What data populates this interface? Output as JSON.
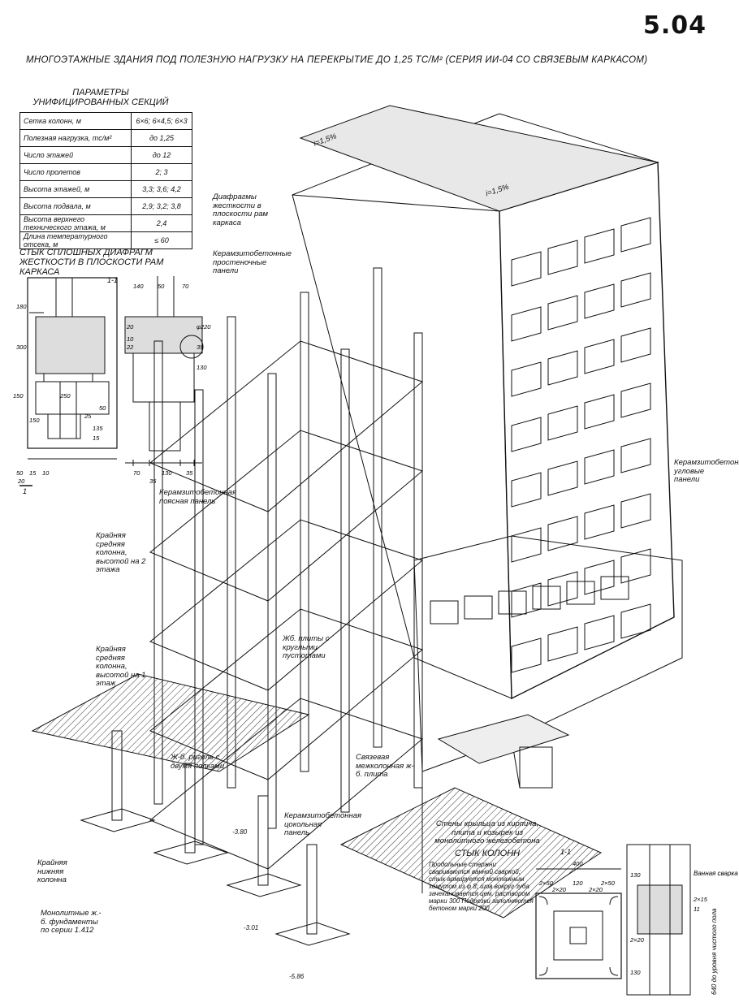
{
  "sheet_number": "5.04",
  "title": "МНОГОЭТАЖНЫЕ ЗДАНИЯ ПОД ПОЛЕЗНУЮ НАГРУЗКУ НА ПЕРЕКРЫТИЕ ДО 1,25 ТС/М² (СЕРИЯ ИИ-04 СО СВЯЗЕВЫМ КАРКАСОМ)",
  "params": {
    "header": "ПАРАМЕТРЫ УНИФИЦИРОВАННЫХ СЕКЦИЙ",
    "rows": [
      {
        "label": "Сетка колонн, м",
        "value": "6×6; 6×4,5; 6×3"
      },
      {
        "label": "Полезная нагрузка, тс/м²",
        "value": "до 1,25"
      },
      {
        "label": "Число этажей",
        "value": "до 12"
      },
      {
        "label": "Число пролетов",
        "value": "2; 3"
      },
      {
        "label": "Высота этажей, м",
        "value": "3,3; 3,6; 4,2"
      },
      {
        "label": "Высота подвала, м",
        "value": "2,9; 3,2; 3,8"
      },
      {
        "label": "Высота верхнего технического этажа, м",
        "value": "2,4"
      },
      {
        "label": "Длина температурного отсека, м",
        "value": "≤ 60"
      }
    ]
  },
  "diaphragm_joint": {
    "header": "СТЫК СПЛОШНЫХ ДИАФРАГМ ЖЕСТКОСТИ В ПЛОСКОСТИ РАМ КАРКАСА",
    "section": "1-1",
    "cut_mark": "1",
    "dims": [
      "180",
      "300",
      "150",
      "250",
      "150",
      "25",
      "135",
      "15",
      "50",
      "15",
      "10",
      "20",
      "50",
      "140",
      "50",
      "70",
      "20",
      "10",
      "22",
      "φ220",
      "39",
      "130",
      "70",
      "130",
      "35",
      "35"
    ]
  },
  "column_joint": {
    "header": "СТЫК КОЛОНН",
    "section": "1-1",
    "note": "Продольные стержни свариваются ванной сваркой; стык армируется монтажным хомутом из φ 8; шов вокруг зуба зачеканивается цем. раствором марки 300 Подрезки заполняются бетоном марки 200",
    "dims": [
      "400",
      "2×50",
      "120",
      "2×50",
      "2×20",
      "2×20",
      "130",
      "2×20",
      "130",
      "2×15",
      "11"
    ],
    "weld_label": "Ванная сварка",
    "level_label": "640 до уровня чистого пола"
  },
  "labels": {
    "slope1": "i=1,5%",
    "slope2": "i=1,5%",
    "diaphragm": "Диафрагмы жесткости в плоскости рам каркаса",
    "wall_panels": "Керамзитобетонные простеночные панели",
    "belt_panel": "Керамзитобетонная поясная панель",
    "corner_panels": "Керамзитобетонные угловые панели",
    "col_2floors": "Крайняя средняя колонна, высотой на 2 этажа",
    "col_1floor": "Крайняя средняя колонна, высотой на 1 этаж",
    "hollow_slabs": "Жб. плиты с круглыми пустотами",
    "girder": "Ж-б. ригель с двумя полками",
    "tie_slab": "Связевая межколонная ж-б. плита",
    "plinth_panel": "Керамзитобетонная цокольная панель",
    "porch": "Стены крыльца из кирпича, плита и козырек из монолитного железобетона",
    "bottom_col": "Крайняя нижняя колонна",
    "foundations": "Монолитные ж.-б. фундаменты по серии 1.412",
    "lvl1": "-3.80",
    "lvl2": "-3.01",
    "lvl3": "-5.86"
  }
}
